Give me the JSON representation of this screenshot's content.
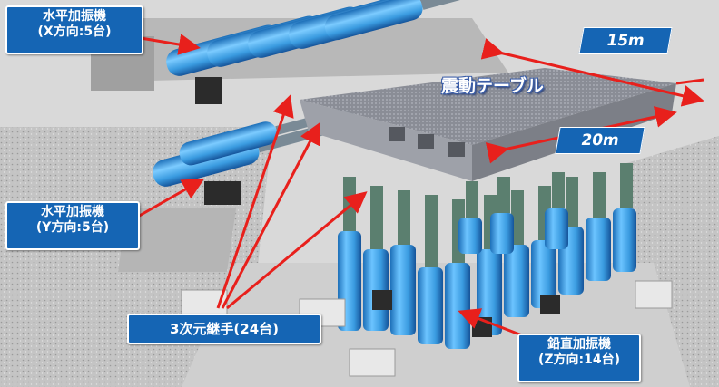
{
  "labels": {
    "x_actuator": {
      "line1": "水平加振機",
      "line2": "(X方向:5台)"
    },
    "y_actuator": {
      "line1": "水平加振機",
      "line2": "(Y方向:5台)"
    },
    "joints": "3次元継手(24台)",
    "z_actuator": {
      "line1": "鉛直加振機",
      "line2": "(Z方向:14台)"
    },
    "table": "震動テーブル",
    "dim_15m": "15m",
    "dim_20m": "20m"
  },
  "colors": {
    "callout_bg": "#1565b4",
    "arrow": "#e8201c",
    "actuator": "#3aa0e6",
    "table_top": "#8c8f98",
    "pit": "#c9c9c9"
  }
}
